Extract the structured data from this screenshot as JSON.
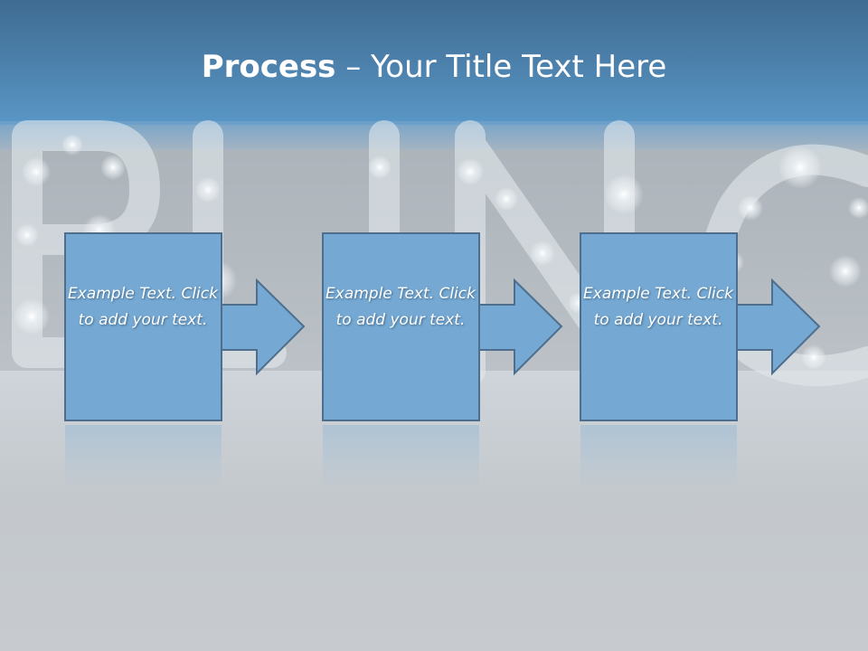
{
  "slide": {
    "title_bold": "Process",
    "title_rest": " – Your Title Text Here"
  },
  "steps": [
    {
      "label": "Example Text. Click  to add your text."
    },
    {
      "label": "Example Text. Click  to add your text."
    },
    {
      "label": "Example Text. Click  to add your text."
    }
  ],
  "colors": {
    "banner": "#4a7ea8",
    "box_fill": "#75a9d3",
    "box_stroke": "#4d6e8c",
    "background": "#c2c7cc"
  },
  "icons": [
    "arrow-right-icon"
  ]
}
